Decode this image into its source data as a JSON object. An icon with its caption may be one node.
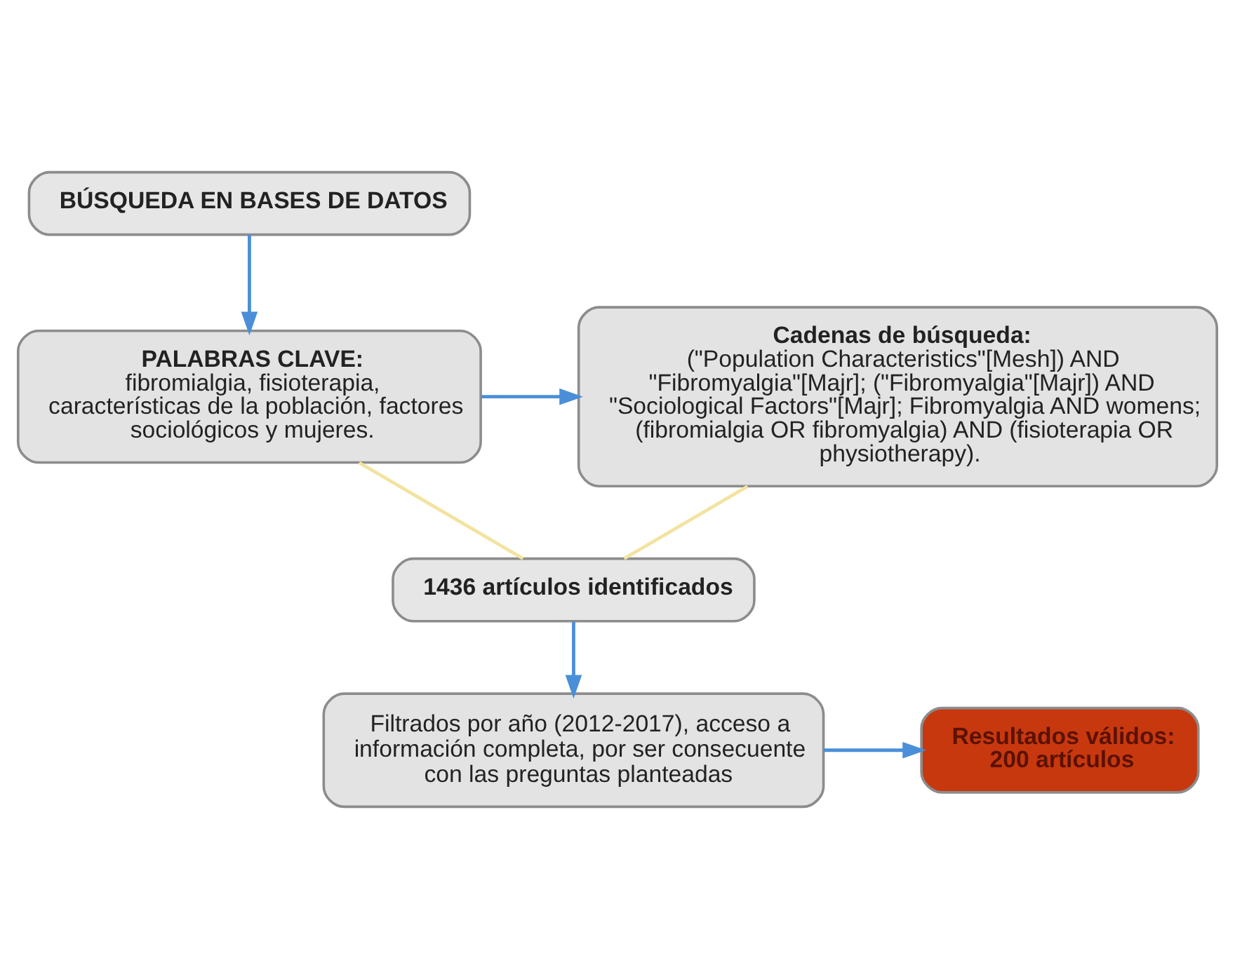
{
  "diagram": {
    "nodes": [
      {
        "text": [
          "BÚSQUEDA EN BASES DE DATOS"
        ]
      },
      {
        "text": [
          "PALABRAS CLAVE:",
          "fibromialgia, fisioterapia, características de la población, factores sociológicos y mujeres."
        ]
      },
      {
        "text": [
          "Cadenas de búsqueda:",
          "(\"Population Characteristics\"[Mesh]) AND \"Fibromyalgia\"[Majr]; (\"Fibromyalgia\"[Majr]) AND \"Sociological Factors\"[Majr]; Fibromyalgia AND womens; (fibromialgia OR fibromyalgia) AND (fisioterapia OR physiotherapy)."
        ]
      },
      {
        "text": [
          "1436 artículos identificados"
        ]
      },
      {
        "text": [
          "Filtrados por año (2012-2017), acceso a información completa, por ser consecuente con las preguntas planteadas"
        ]
      },
      {
        "text": [
          "Resultados válidos: 200 artículos"
        ]
      }
    ],
    "edges": [
      {
        "from": 0,
        "to": 1,
        "arrow": "to"
      },
      {
        "from": 1,
        "to": 2,
        "arrow": "to"
      },
      {
        "from": 1,
        "to": 3,
        "arrow": "none",
        "color": "#f2e3a0"
      },
      {
        "from": 2,
        "to": 3,
        "arrow": "none",
        "color": "#f2e3a0"
      },
      {
        "from": 3,
        "to": 4,
        "arrow": "to"
      },
      {
        "from": 4,
        "to": 5,
        "arrow": "to"
      }
    ]
  }
}
